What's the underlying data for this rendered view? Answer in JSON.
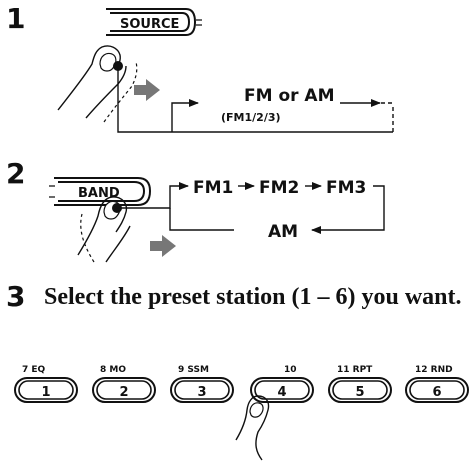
{
  "steps": [
    {
      "number": "1"
    },
    {
      "number": "2"
    },
    {
      "number": "3",
      "text": "Select the preset station (1 – 6) you want."
    }
  ],
  "step1": {
    "button_label": "SOURCE",
    "main_label": "FM or AM",
    "sub_label": "(FM1/2/3)"
  },
  "step2": {
    "button_label": "BAND",
    "cycle": [
      "FM1",
      "FM2",
      "FM3"
    ],
    "return_label": "AM"
  },
  "presets": [
    {
      "label": "1",
      "function": "7 EQ"
    },
    {
      "label": "2",
      "function": "8 MO"
    },
    {
      "label": "3",
      "function": "9 SSM"
    },
    {
      "label": "4",
      "function": "10"
    },
    {
      "label": "5",
      "function": "11 RPT"
    },
    {
      "label": "6",
      "function": "12 RND"
    }
  ],
  "icons": {
    "finger": "finger-press-icon",
    "press": "press-arrow-icon"
  }
}
